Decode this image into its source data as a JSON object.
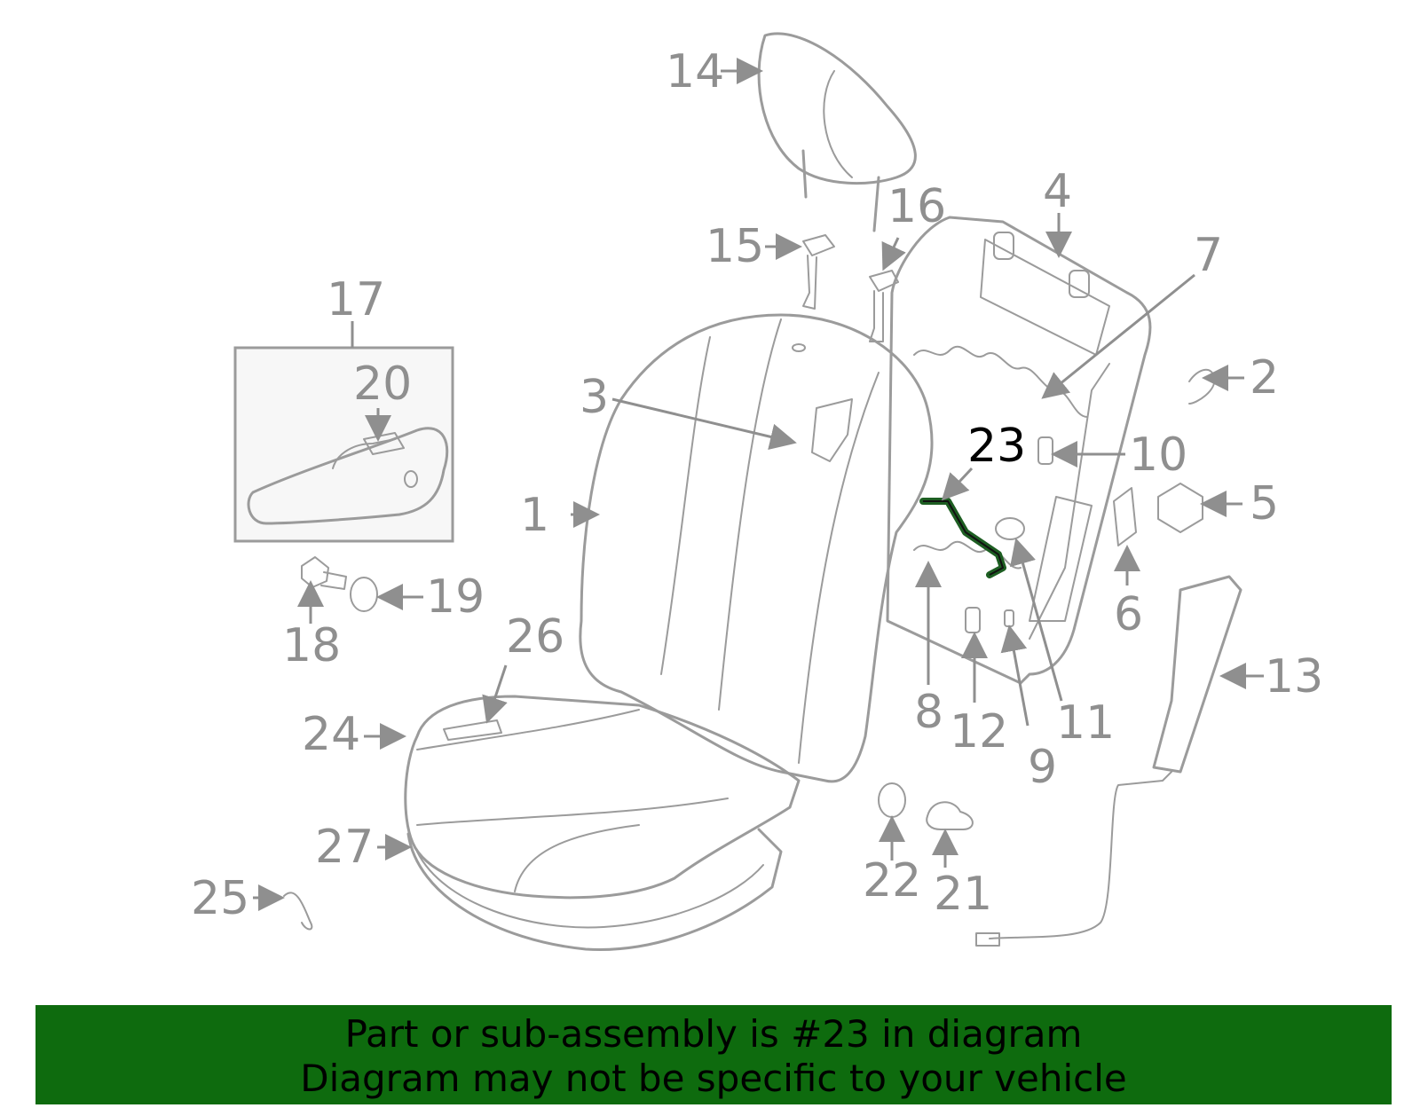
{
  "callouts": {
    "c1": "1",
    "c2": "2",
    "c3": "3",
    "c4": "4",
    "c5": "5",
    "c6": "6",
    "c7": "7",
    "c8": "8",
    "c9": "9",
    "c10": "10",
    "c11": "11",
    "c12": "12",
    "c13": "13",
    "c14": "14",
    "c15": "15",
    "c16": "16",
    "c17": "17",
    "c18": "18",
    "c19": "19",
    "c20": "20",
    "c21": "21",
    "c22": "22",
    "c23": "23",
    "c24": "24",
    "c25": "25",
    "c26": "26",
    "c27": "27"
  },
  "highlighted_part": "23",
  "colors": {
    "outline": "#9b9b9b",
    "highlight": "#1d5e22",
    "banner": "#0e6b0e"
  },
  "banner": {
    "line1": "Part or sub-assembly is #23 in diagram",
    "line2": "Diagram may not be specific to your vehicle"
  }
}
